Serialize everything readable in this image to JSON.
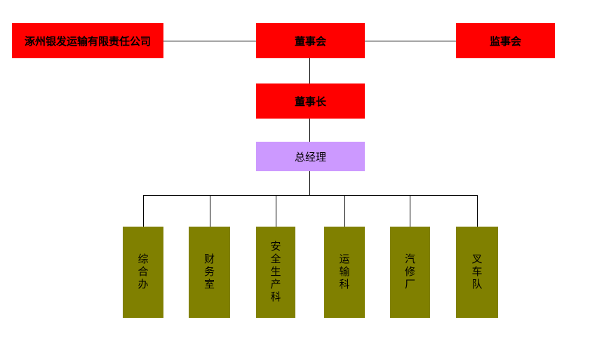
{
  "company": "涿州银发运输有限责任公司",
  "board": "董事会",
  "supervisors": "监事会",
  "chairman": "董事长",
  "general_manager": "总经理",
  "departments": [
    "综合办",
    "财务室",
    "安全生产科",
    "运输科",
    "汽修厂",
    "叉车队"
  ],
  "colors": {
    "top": "#ff0000",
    "manager": "#cc99ff",
    "department": "#808000"
  }
}
